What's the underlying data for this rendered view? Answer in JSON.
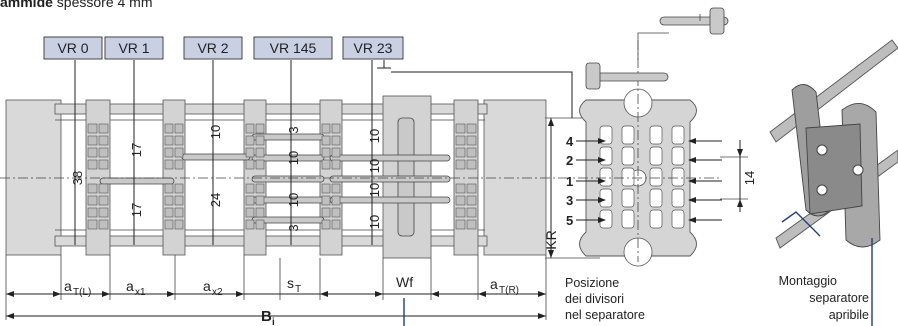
{
  "heading": {
    "bold": "ammide",
    "rest": " spessore 4 mm"
  },
  "tags": [
    "VR 0",
    "VR 1",
    "VR 2",
    "VR 145",
    "VR 23"
  ],
  "inner_dims": {
    "d38": "38",
    "d17_top": "17",
    "d17_bot": "17",
    "d10_a": "10",
    "d24": "24",
    "d3_top": "3",
    "d10_b": "10",
    "d10_c": "10",
    "d3_bot": "3",
    "d10_d": "10",
    "d10_e": "10",
    "d10_f": "10",
    "d10_g": "10"
  },
  "bottom_dims": {
    "aTL": "T(L)",
    "ax1": "x1",
    "ax2": "x2",
    "sT": "T",
    "wf": "Wf",
    "aTR": "T(R)",
    "bi": "i",
    "a": "a",
    "s": "s",
    "B": "B"
  },
  "kr": "KR",
  "positions": [
    "4",
    "2",
    "1",
    "3",
    "5"
  ],
  "dim14": "14",
  "caption_left": [
    "Posizione",
    "dei divisori",
    "nel separatore"
  ],
  "caption_right": [
    "Montaggio",
    "separatore",
    "apribile"
  ]
}
